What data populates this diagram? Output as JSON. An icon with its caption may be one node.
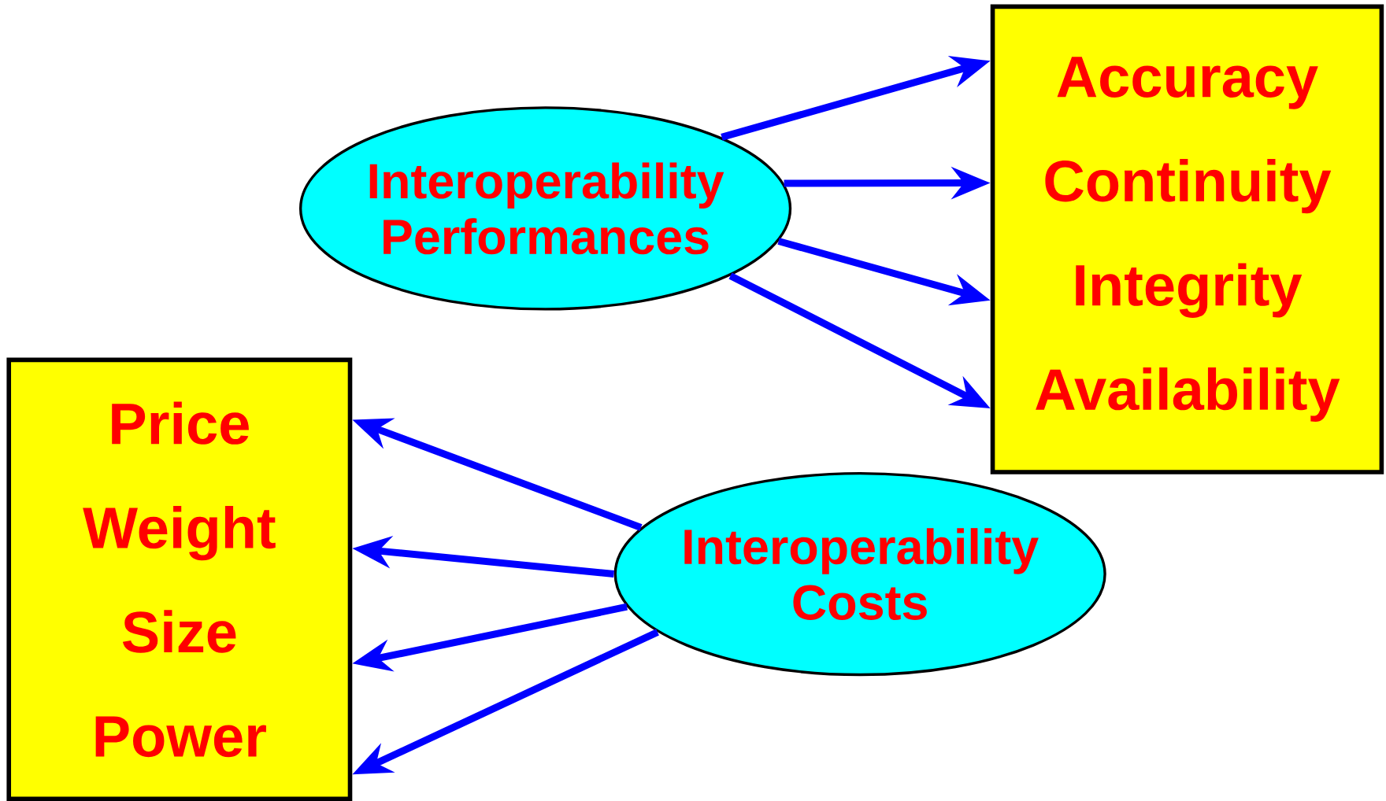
{
  "diagram": {
    "nodes": [
      {
        "text": [
          "Interoperability Performances"
        ]
      },
      {
        "text": [
          "Accuracy",
          "Continuity",
          "Integrity",
          "Availability"
        ]
      },
      {
        "text": [
          "Price",
          "Weight",
          "Size",
          "Power"
        ]
      },
      {
        "text": [
          "Interoperability Costs"
        ]
      }
    ],
    "edges": [
      {
        "from": 0,
        "to": 1,
        "arrow": "to"
      },
      {
        "from": 0,
        "to": 1,
        "arrow": "to"
      },
      {
        "from": 0,
        "to": 1,
        "arrow": "to"
      },
      {
        "from": 0,
        "to": 1,
        "arrow": "to"
      },
      {
        "from": 3,
        "to": 2,
        "arrow": "to"
      },
      {
        "from": 3,
        "to": 2,
        "arrow": "to"
      },
      {
        "from": 3,
        "to": 2,
        "arrow": "to"
      },
      {
        "from": 3,
        "to": 2,
        "arrow": "to"
      }
    ]
  }
}
